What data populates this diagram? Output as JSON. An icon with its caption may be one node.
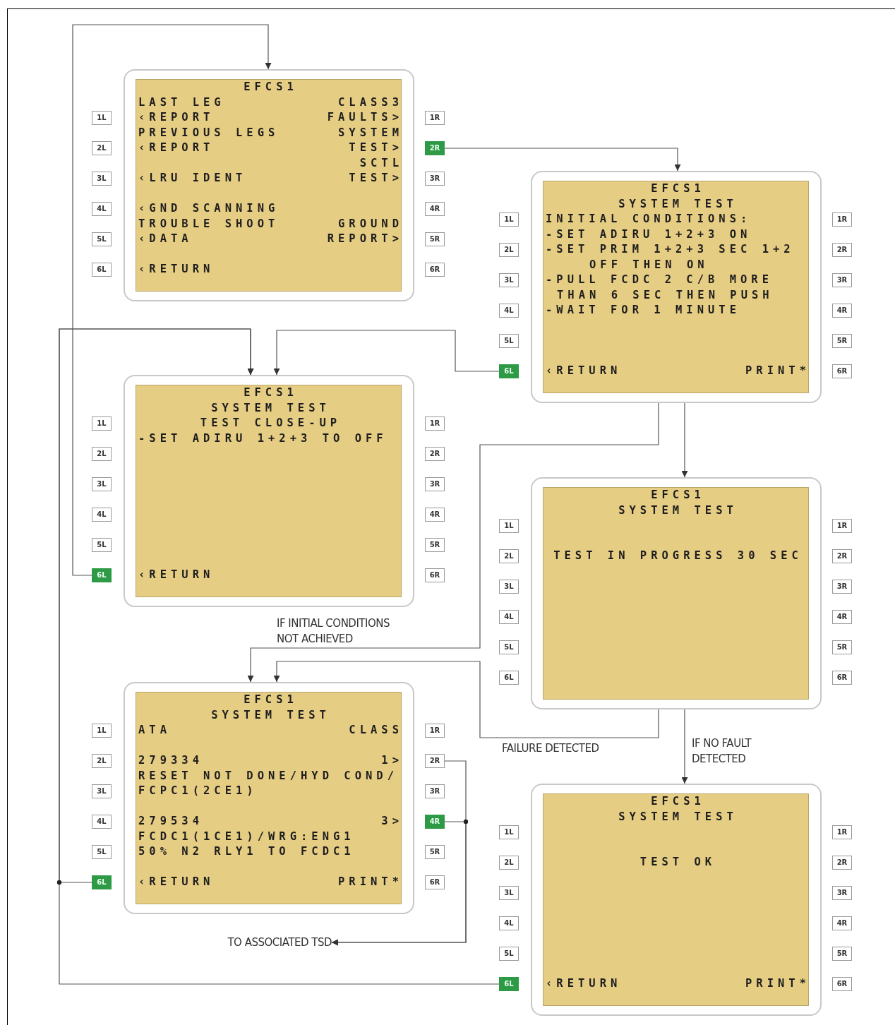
{
  "diagram": {
    "nodes": [
      {
        "text": [
          "EFCS1",
          "LAST LEG",
          "CLASS3",
          "‹REPORT",
          "FAULTS>",
          "PREVIOUS LEGS",
          "SYSTEM",
          "‹REPORT",
          "TEST>",
          "SCTL",
          "‹LRU IDENT",
          "TEST>",
          "‹GND SCANNING",
          "TROUBLE SHOOT",
          "GROUND",
          "‹DATA",
          "REPORT>",
          "‹RETURN"
        ]
      },
      {
        "text": [
          "1L"
        ]
      },
      {
        "text": [
          "2L"
        ]
      },
      {
        "text": [
          "3L"
        ]
      },
      {
        "text": [
          "4L"
        ]
      },
      {
        "text": [
          "5L"
        ]
      },
      {
        "text": [
          "6L"
        ]
      },
      {
        "text": [
          "1R"
        ]
      },
      {
        "text": [
          "2R"
        ]
      },
      {
        "text": [
          "3R"
        ]
      },
      {
        "text": [
          "4R"
        ]
      },
      {
        "text": [
          "5R"
        ]
      },
      {
        "text": [
          "6R"
        ]
      },
      {
        "text": [
          "EFCS1",
          "SYSTEM TEST",
          "INITIAL CONDITIONS:",
          "-SET ADIRU 1+2+3 ON",
          "-SET PRIM 1+2+3 SEC 1+2 OFF THEN ON",
          "-PULL FCDC 2 C/B MORE THAN 6 SEC THEN PUSH",
          "-WAIT FOR 1 MINUTE",
          "‹RETURN",
          "PRINT*"
        ]
      },
      {
        "text": [
          "1L"
        ]
      },
      {
        "text": [
          "2L"
        ]
      },
      {
        "text": [
          "3L"
        ]
      },
      {
        "text": [
          "4L"
        ]
      },
      {
        "text": [
          "5L"
        ]
      },
      {
        "text": [
          "6L"
        ]
      },
      {
        "text": [
          "1R"
        ]
      },
      {
        "text": [
          "2R"
        ]
      },
      {
        "text": [
          "3R"
        ]
      },
      {
        "text": [
          "4R"
        ]
      },
      {
        "text": [
          "5R"
        ]
      },
      {
        "text": [
          "6R"
        ]
      },
      {
        "text": [
          "EFCS1",
          "SYSTEM TEST",
          "TEST CLOSE-UP",
          "-SET ADIRU 1+2+3 TO OFF",
          "‹RETURN"
        ]
      },
      {
        "text": [
          "1L"
        ]
      },
      {
        "text": [
          "2L"
        ]
      },
      {
        "text": [
          "3L"
        ]
      },
      {
        "text": [
          "4L"
        ]
      },
      {
        "text": [
          "5L"
        ]
      },
      {
        "text": [
          "6L"
        ]
      },
      {
        "text": [
          "1R"
        ]
      },
      {
        "text": [
          "2R"
        ]
      },
      {
        "text": [
          "3R"
        ]
      },
      {
        "text": [
          "4R"
        ]
      },
      {
        "text": [
          "5R"
        ]
      },
      {
        "text": [
          "6R"
        ]
      },
      {
        "text": [
          "EFCS1",
          "SYSTEM TEST",
          "TEST IN PROGRESS 30 SEC"
        ]
      },
      {
        "text": [
          "1L"
        ]
      },
      {
        "text": [
          "2L"
        ]
      },
      {
        "text": [
          "3L"
        ]
      },
      {
        "text": [
          "4L"
        ]
      },
      {
        "text": [
          "5L"
        ]
      },
      {
        "text": [
          "6L"
        ]
      },
      {
        "text": [
          "1R"
        ]
      },
      {
        "text": [
          "2R"
        ]
      },
      {
        "text": [
          "3R"
        ]
      },
      {
        "text": [
          "4R"
        ]
      },
      {
        "text": [
          "5R"
        ]
      },
      {
        "text": [
          "6R"
        ]
      },
      {
        "text": [
          "EFCS1",
          "SYSTEM TEST",
          "ATA",
          "CLASS",
          "279334",
          "1>",
          "RESET NOT DONE/HYD COND/ FCPC1(2CE1)",
          "279534",
          "3>",
          "FCDC1(1CE1)/WRG:ENG1 50% N2 RLY1 TO FCDC1",
          "‹RETURN",
          "PRINT*"
        ]
      },
      {
        "text": [
          "1L"
        ]
      },
      {
        "text": [
          "2L"
        ]
      },
      {
        "text": [
          "3L"
        ]
      },
      {
        "text": [
          "4L"
        ]
      },
      {
        "text": [
          "5L"
        ]
      },
      {
        "text": [
          "6L"
        ]
      },
      {
        "text": [
          "1R"
        ]
      },
      {
        "text": [
          "2R"
        ]
      },
      {
        "text": [
          "3R"
        ]
      },
      {
        "text": [
          "4R"
        ]
      },
      {
        "text": [
          "5R"
        ]
      },
      {
        "text": [
          "6R"
        ]
      },
      {
        "text": [
          "EFCS1",
          "SYSTEM TEST",
          "TEST OK",
          "‹RETURN",
          "PRINT*"
        ]
      },
      {
        "text": [
          "1L"
        ]
      },
      {
        "text": [
          "2L"
        ]
      },
      {
        "text": [
          "3L"
        ]
      },
      {
        "text": [
          "4L"
        ]
      },
      {
        "text": [
          "5L"
        ]
      },
      {
        "text": [
          "6L"
        ]
      },
      {
        "text": [
          "1R"
        ]
      },
      {
        "text": [
          "2R"
        ]
      },
      {
        "text": [
          "3R"
        ]
      },
      {
        "text": [
          "4R"
        ]
      },
      {
        "text": [
          "5R"
        ]
      },
      {
        "text": [
          "6R"
        ]
      },
      {
        "text": [
          "TO ASSOCIATED TSD"
        ]
      }
    ],
    "edges": [
      {
        "from": 8,
        "to": 13,
        "arrow": "to"
      },
      {
        "from": 19,
        "to": 26,
        "arrow": "to"
      },
      {
        "from": 32,
        "to": 0,
        "arrow": "to"
      },
      {
        "from": 13,
        "to": 39,
        "arrow": "to"
      },
      {
        "from": 13,
        "to": 52,
        "arrow": "to",
        "label": "IF INITIAL CONDITIONS NOT ACHIEVED"
      },
      {
        "from": 39,
        "to": 52,
        "arrow": "to",
        "label": "FAILURE DETECTED"
      },
      {
        "from": 39,
        "to": 65,
        "arrow": "to",
        "label": "IF NO FAULT DETECTED"
      },
      {
        "from": 60,
        "to": 78,
        "arrow": "to"
      },
      {
        "from": 62,
        "to": 78,
        "arrow": "to"
      },
      {
        "from": 58,
        "to": 26,
        "arrow": "to"
      },
      {
        "from": 71,
        "to": 26,
        "arrow": "to"
      }
    ]
  }
}
